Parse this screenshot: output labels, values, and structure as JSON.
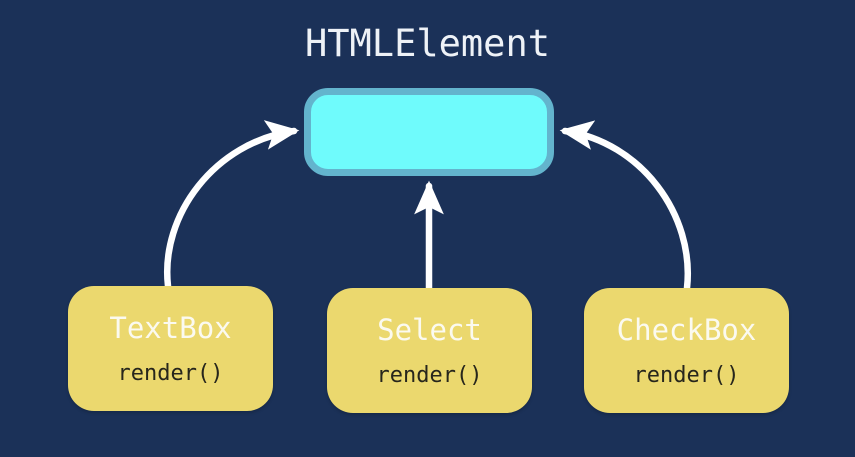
{
  "diagram": {
    "type": "uml-inheritance",
    "background_color": "#1b3158",
    "title": "HTMLElement",
    "superclass": {
      "name": "HTMLElement",
      "label": "",
      "fill_color": "#6ffbfc",
      "border_color": "#63b4cd"
    },
    "subclasses": [
      {
        "class_name": "TextBox",
        "method": "render()",
        "fill_color": "#ebd86e",
        "name_color": "#fbfaf0",
        "method_color": "#27261c",
        "arrow": "curved-left"
      },
      {
        "class_name": "Select",
        "method": "render()",
        "fill_color": "#ebd86e",
        "name_color": "#fbfaf0",
        "method_color": "#27261c",
        "arrow": "straight-up"
      },
      {
        "class_name": "CheckBox",
        "method": "render()",
        "fill_color": "#ebd86e",
        "name_color": "#fbfaf0",
        "method_color": "#27261c",
        "arrow": "curved-right"
      }
    ],
    "arrow_color": "#ffffff",
    "title_color": "#eef2f7"
  }
}
